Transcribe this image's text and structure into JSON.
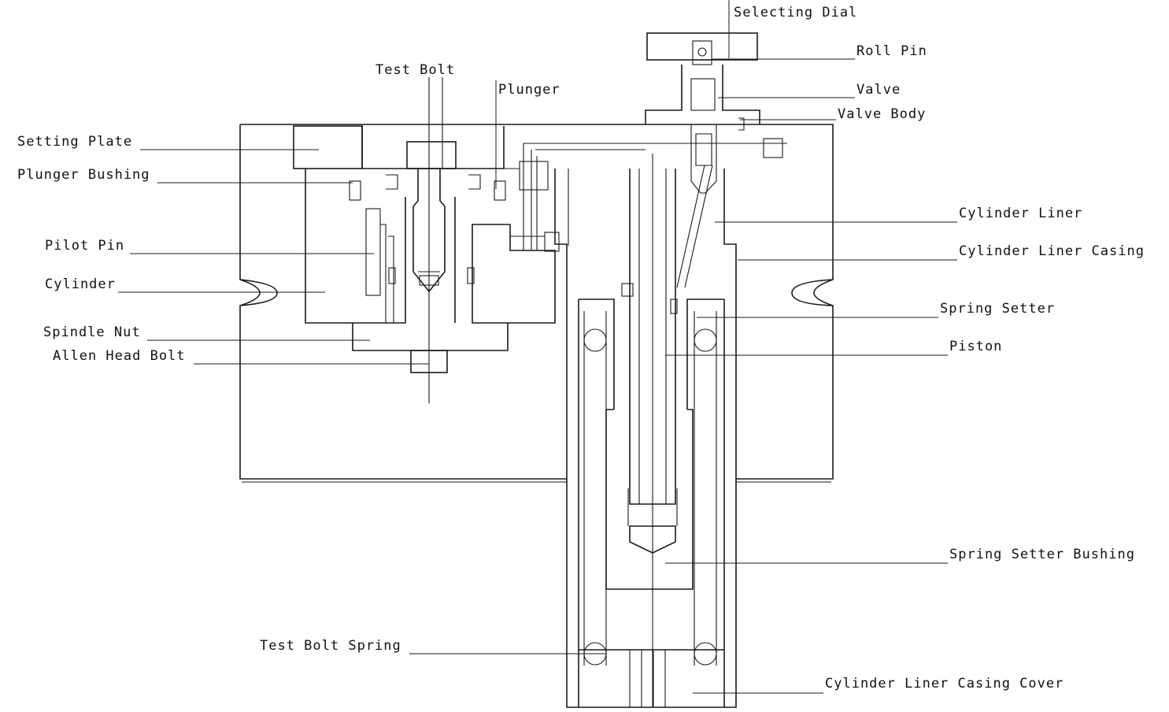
{
  "diagram": {
    "labels": {
      "selecting_dial": "Selecting Dial",
      "roll_pin": "Roll Pin",
      "test_bolt": "Test Bolt",
      "plunger": "Plunger",
      "valve": "Valve",
      "valve_body": "Valve Body",
      "setting_plate": "Setting Plate",
      "plunger_bushing": "Plunger Bushing",
      "cylinder_liner": "Cylinder Liner",
      "pilot_pin": "Pilot Pin",
      "cylinder_liner_casing": "Cylinder Liner Casing",
      "cylinder": "Cylinder",
      "spring_setter": "Spring Setter",
      "spindle_nut": "Spindle Nut",
      "piston": "Piston",
      "allen_head_bolt": "Allen Head Bolt",
      "spring_setter_bushing": "Spring Setter Bushing",
      "test_bolt_spring": "Test Bolt Spring",
      "cylinder_liner_casing_cover": "Cylinder Liner Casing Cover"
    }
  }
}
